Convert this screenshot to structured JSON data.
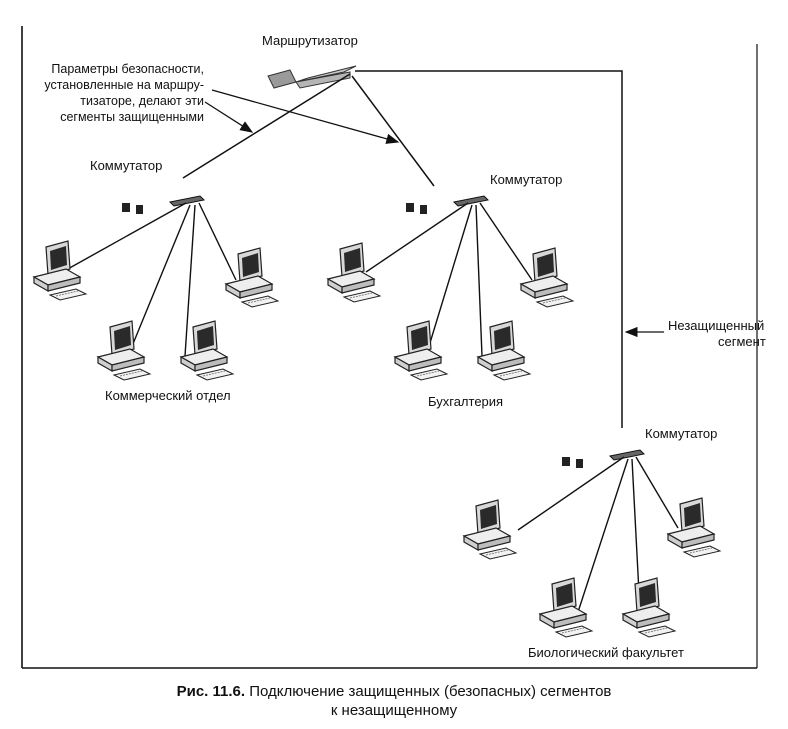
{
  "labels": {
    "router": "Маршрутизатор",
    "security_note": [
      "Параметры безопасности,",
      "установленные на маршру-",
      "тизаторе, делают эти",
      "сегменты защищенными"
    ],
    "switch_1": "Коммутатор",
    "switch_2": "Коммутатор",
    "switch_3": "Коммутатор",
    "unprotected_segment": [
      "Незащищенный",
      "сегмент"
    ],
    "segment_1": "Коммерческий отдел",
    "segment_2": "Бухгалтерия",
    "segment_3": "Биологический факультет"
  },
  "caption": {
    "figure_number": "Рис. 11.6.",
    "text_line1": " Подключение защищенных (безопасных) сегментов",
    "text_line2": "к незащищенному"
  }
}
